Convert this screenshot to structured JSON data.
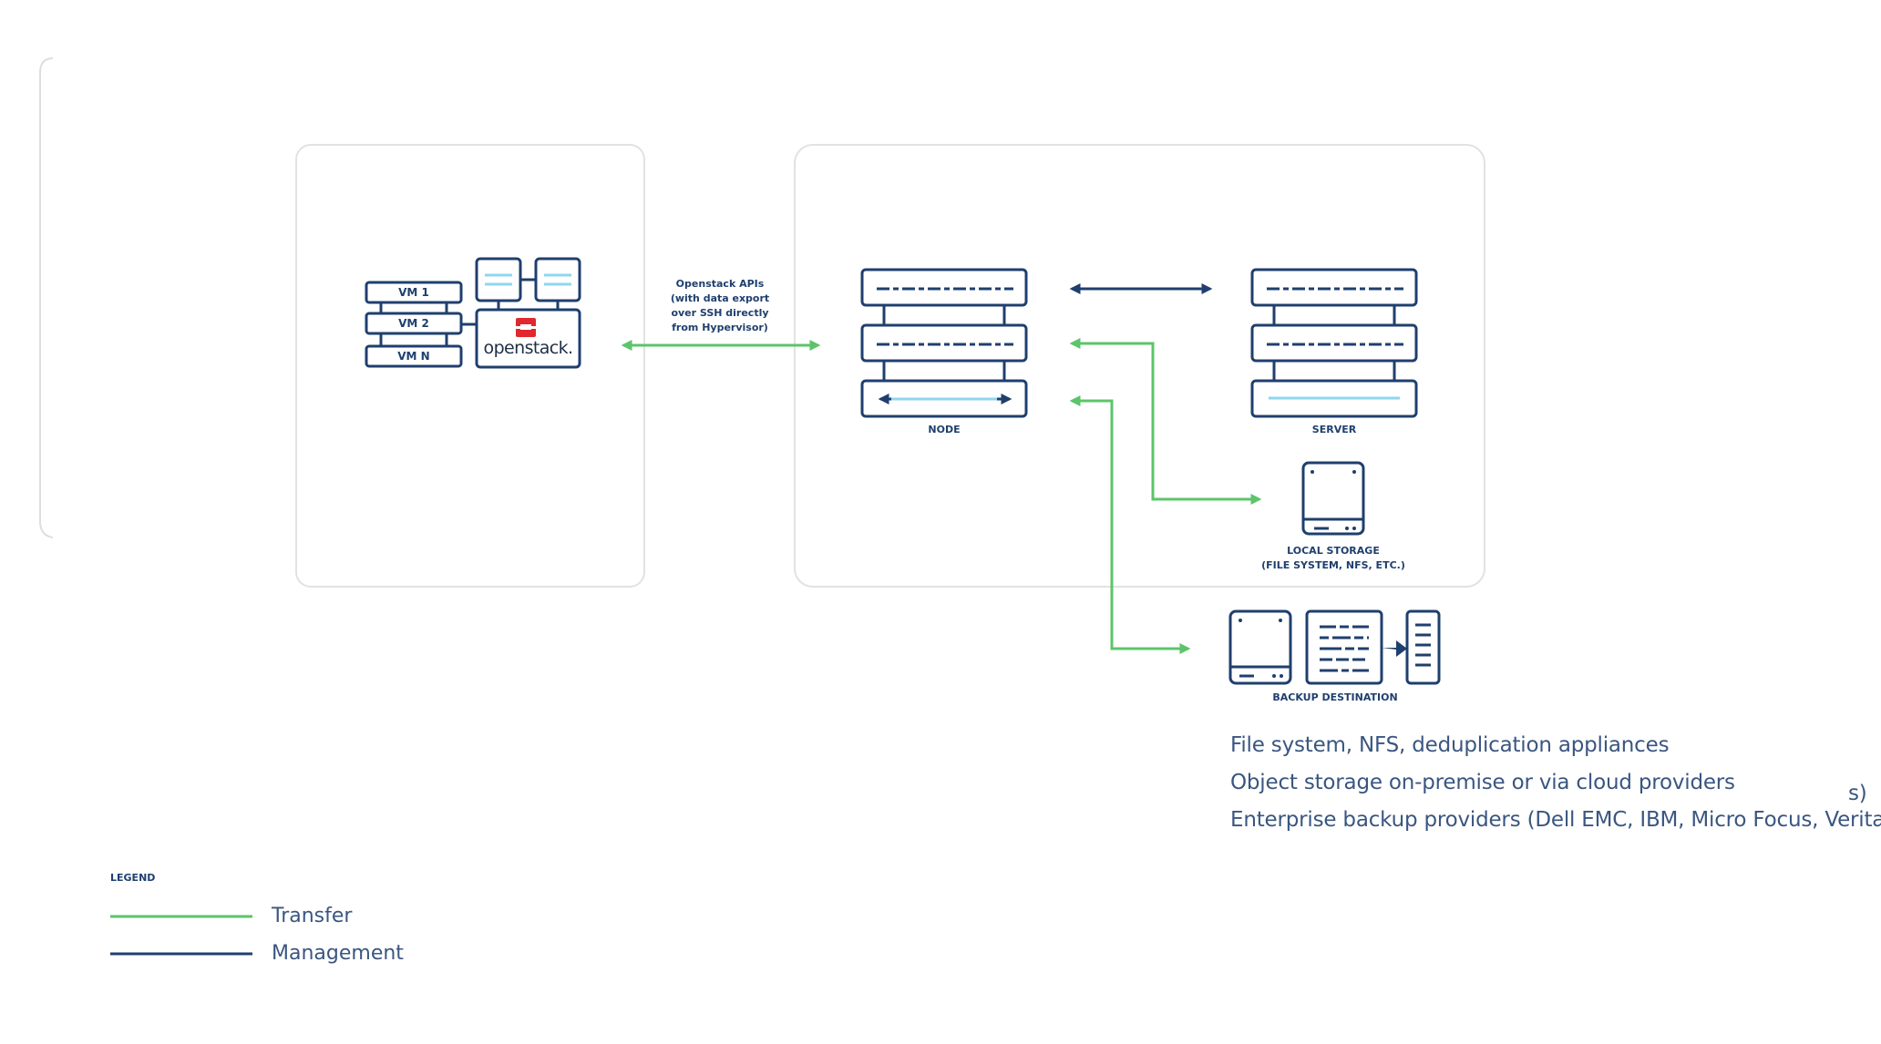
{
  "vm_labels": [
    "VM 1",
    "VM 2",
    "VM N"
  ],
  "openstack_logo_text": "openstack.",
  "connection_label": [
    "Openstack APIs",
    "(with data export",
    "over SSH directly",
    "from Hypervisor)"
  ],
  "node_label": "NODE",
  "server_label": "SERVER",
  "local_storage_label": [
    "LOCAL STORAGE",
    "(FILE SYSTEM, NFS, ETC.)"
  ],
  "backup_destination_label": "BACKUP DESTINATION",
  "backup_destinations": [
    "File system, NFS, deduplication appliances",
    "Object storage on-premise or via cloud providers",
    "Enterprise backup providers (Dell EMC, IBM, Micro Focus, Veritas)"
  ],
  "truncated_text_fragment": "s)",
  "legend": {
    "title": "LEGEND",
    "items": [
      {
        "label": "Transfer",
        "color": "#5cc46a"
      },
      {
        "label": "Management",
        "color": "#1f3f6e"
      }
    ]
  },
  "colors": {
    "navy": "#1f3f6e",
    "green": "#5cc46a",
    "light_blue": "#8fd6ee",
    "openstack_red": "#e0282e",
    "panel_border": "#e2e2e2"
  }
}
